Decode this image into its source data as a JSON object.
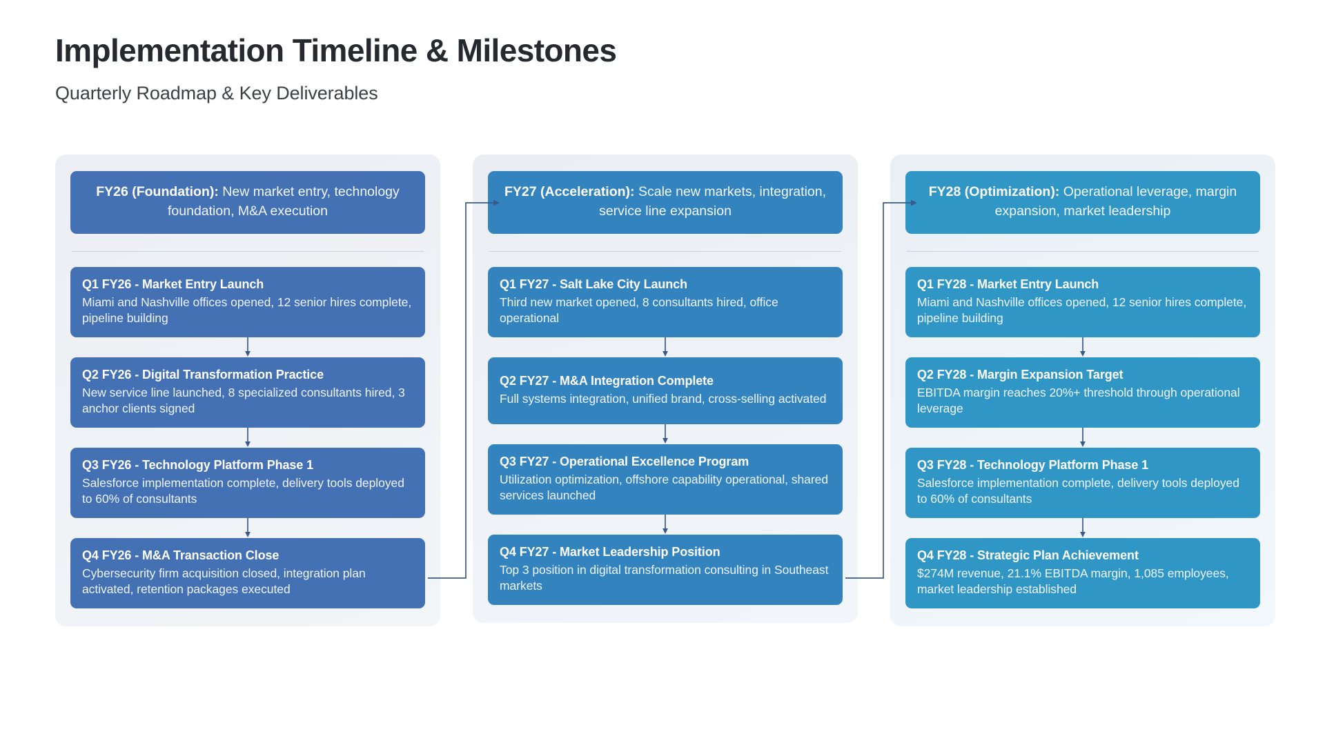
{
  "header": {
    "title": "Implementation Timeline & Milestones",
    "subtitle": "Quarterly Roadmap & Key Deliverables"
  },
  "colors": {
    "phase_fy26": "#4470b4",
    "phase_fy27": "#3383be",
    "phase_fy28": "#3096c5",
    "card_fy26": "#4470b4",
    "card_fy27": "#3383be",
    "card_fy28": "#3096c5",
    "connector": "#3a5a8c",
    "title_text": "#26292e",
    "subtitle_text": "#3c4045",
    "panel_bg": "#eef1f5",
    "divider": "#c9d4de"
  },
  "columns": [
    {
      "id": "fy26",
      "phase_label": "FY26 (Foundation):",
      "phase_text": " New market entry, technology foundation, M&A execution",
      "cards": [
        {
          "title": "Q1 FY26 - Market Entry Launch",
          "desc": "Miami and Nashville offices opened, 12 senior hires complete, pipeline building"
        },
        {
          "title": "Q2 FY26 - Digital Transformation Practice",
          "desc": "New service line launched, 8 specialized consultants hired, 3 anchor clients signed"
        },
        {
          "title": "Q3 FY26 - Technology Platform Phase 1",
          "desc": "Salesforce implementation complete, delivery tools deployed to 60% of consultants"
        },
        {
          "title": "Q4 FY26 - M&A Transaction Close",
          "desc": "Cybersecurity firm acquisition closed, integration plan activated, retention packages executed"
        }
      ]
    },
    {
      "id": "fy27",
      "phase_label": "FY27 (Acceleration):",
      "phase_text": " Scale new markets, integration, service line expansion",
      "cards": [
        {
          "title": "Q1 FY27 - Salt Lake City Launch",
          "desc": "Third new market opened, 8 consultants hired, office operational"
        },
        {
          "title": "Q2 FY27 - M&A Integration Complete",
          "desc": "Full systems integration, unified brand, cross-selling activated"
        },
        {
          "title": "Q3 FY27 - Operational Excellence Program",
          "desc": "Utilization optimization, offshore capability operational, shared services launched"
        },
        {
          "title": "Q4 FY27 - Market Leadership Position",
          "desc": "Top 3 position in digital transformation consulting in Southeast markets"
        }
      ]
    },
    {
      "id": "fy28",
      "phase_label": "FY28 (Optimization):",
      "phase_text": " Operational leverage, margin expansion, market leadership",
      "cards": [
        {
          "title": "Q1 FY28 - Market Entry Launch",
          "desc": "Miami and Nashville offices opened, 12 senior hires complete, pipeline building"
        },
        {
          "title": "Q2 FY28 - Margin Expansion Target",
          "desc": "EBITDA margin reaches 20%+ threshold through operational leverage"
        },
        {
          "title": "Q3 FY28 - Technology Platform Phase 1",
          "desc": "Salesforce implementation complete, delivery tools deployed to 60% of consultants"
        },
        {
          "title": "Q4 FY28 - Strategic Plan Achievement",
          "desc": "$274M revenue, 21.1% EBITDA margin, 1,085 employees, market leadership established"
        }
      ]
    }
  ]
}
